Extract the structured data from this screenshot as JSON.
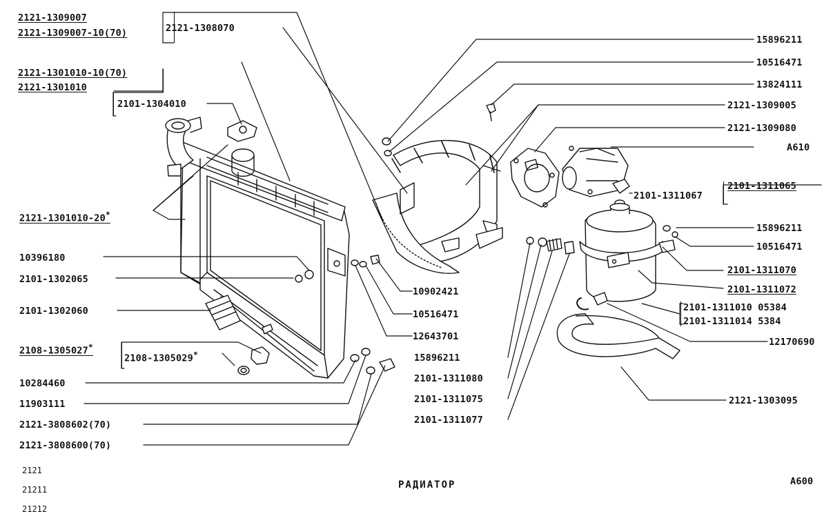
{
  "title": "РАДИАТОР",
  "page_code": "A600",
  "models": [
    "2121",
    "21211",
    "21212"
  ],
  "callouts": {
    "p2121_1309007": "2121-1309007",
    "p2121_1309007_10": "2121-1309007-10(70)",
    "p2121_1308070": "2121-1308070",
    "p2121_1301010_10": "2121-1301010-10(70)",
    "p2121_1301010": "2121-1301010",
    "p2101_1304010": "2101-1304010",
    "p2121_1301010_20": "2121-1301010-20",
    "p10396180": "10396180",
    "p2101_1302065": "2101-1302065",
    "p2101_1302060": "2101-1302060",
    "p2108_1305027": "2108-1305027",
    "p2108_1305029": "2108-1305029",
    "p10284460": "10284460",
    "p11903111": "11903111",
    "p2121_3808602": "2121-3808602(70)",
    "p2121_3808600": "2121-3808600(70)",
    "p10902421": "10902421",
    "p10516471_a": "10516471",
    "p12643701": "12643701",
    "p15896211_a": "15896211",
    "p2101_1311080": "2101-1311080",
    "p2101_1311075": "2101-1311075",
    "p2101_1311077": "2101-1311077",
    "p15896211_b": "15896211",
    "p10516471_b": "10516471",
    "p13824111": "13824111",
    "p2121_1309005": "2121-1309005",
    "p2121_1309080": "2121-1309080",
    "pA610": "A610",
    "p2101_1311065": "2101-1311065",
    "p2101_1311067": "2101-1311067",
    "p15896211_c": "15896211",
    "p10516471_c": "10516471",
    "p2101_1311070": "2101-1311070",
    "p2101_1311072": "2101-1311072",
    "p2101_1311010": "2101-1311010 05384",
    "p2101_1311014": "2101-1311014   5384",
    "p12170690": "12170690",
    "p2121_1303095": "2121-1303095"
  },
  "star_mark": "*"
}
